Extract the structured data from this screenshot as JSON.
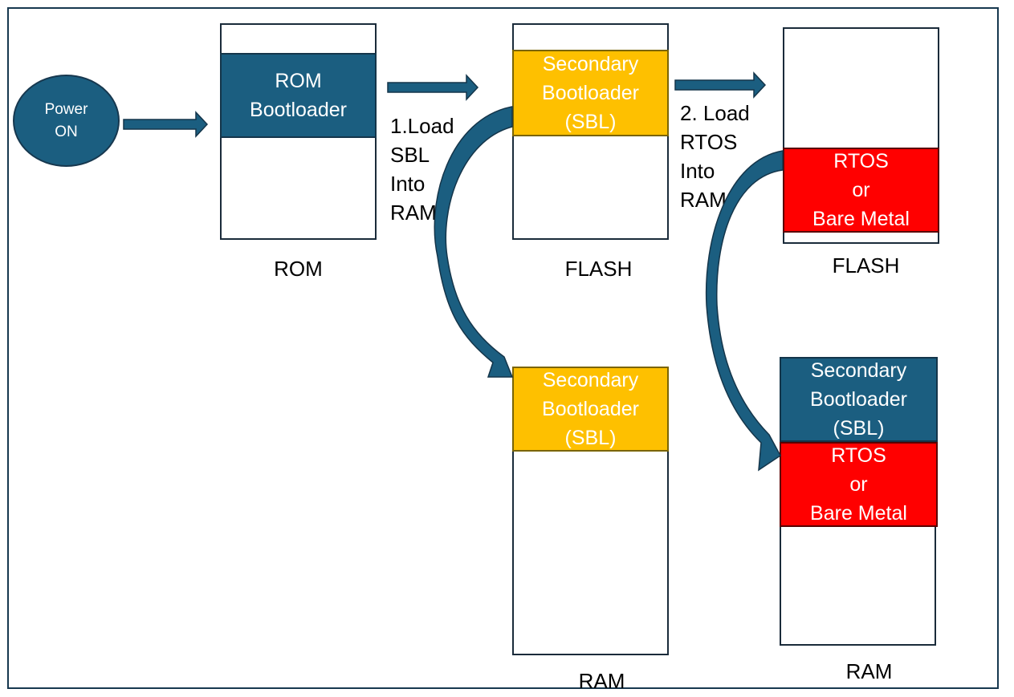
{
  "power": {
    "line1": "Power",
    "line2": "ON"
  },
  "rom": {
    "block": {
      "line1": "ROM",
      "line2": "Bootloader"
    },
    "caption": "ROM"
  },
  "step1": {
    "line1": "1.Load",
    "line2": "SBL",
    "line3": "Into",
    "line4": "RAM"
  },
  "flash1": {
    "block": {
      "line1": "Secondary",
      "line2": "Bootloader",
      "line3": "(SBL)"
    },
    "caption": "FLASH"
  },
  "step2": {
    "line1": "2. Load",
    "line2": "RTOS",
    "line3": "Into",
    "line4": "RAM"
  },
  "flash2": {
    "block": {
      "line1": "RTOS",
      "line2": "or",
      "line3": "Bare Metal"
    },
    "caption": "FLASH"
  },
  "ram1": {
    "block": {
      "line1": "Secondary",
      "line2": "Bootloader",
      "line3": "(SBL)"
    },
    "caption": "RAM"
  },
  "ram2": {
    "sbl": {
      "line1": "Secondary",
      "line2": "Bootloader",
      "line3": "(SBL)"
    },
    "rtos": {
      "line1": "RTOS",
      "line2": "or",
      "line3": "Bare Metal"
    },
    "caption": "RAM"
  },
  "colors": {
    "navy": "#1b5e80",
    "gold": "#fec000",
    "red": "#ff0000",
    "outline": "#17384f"
  }
}
